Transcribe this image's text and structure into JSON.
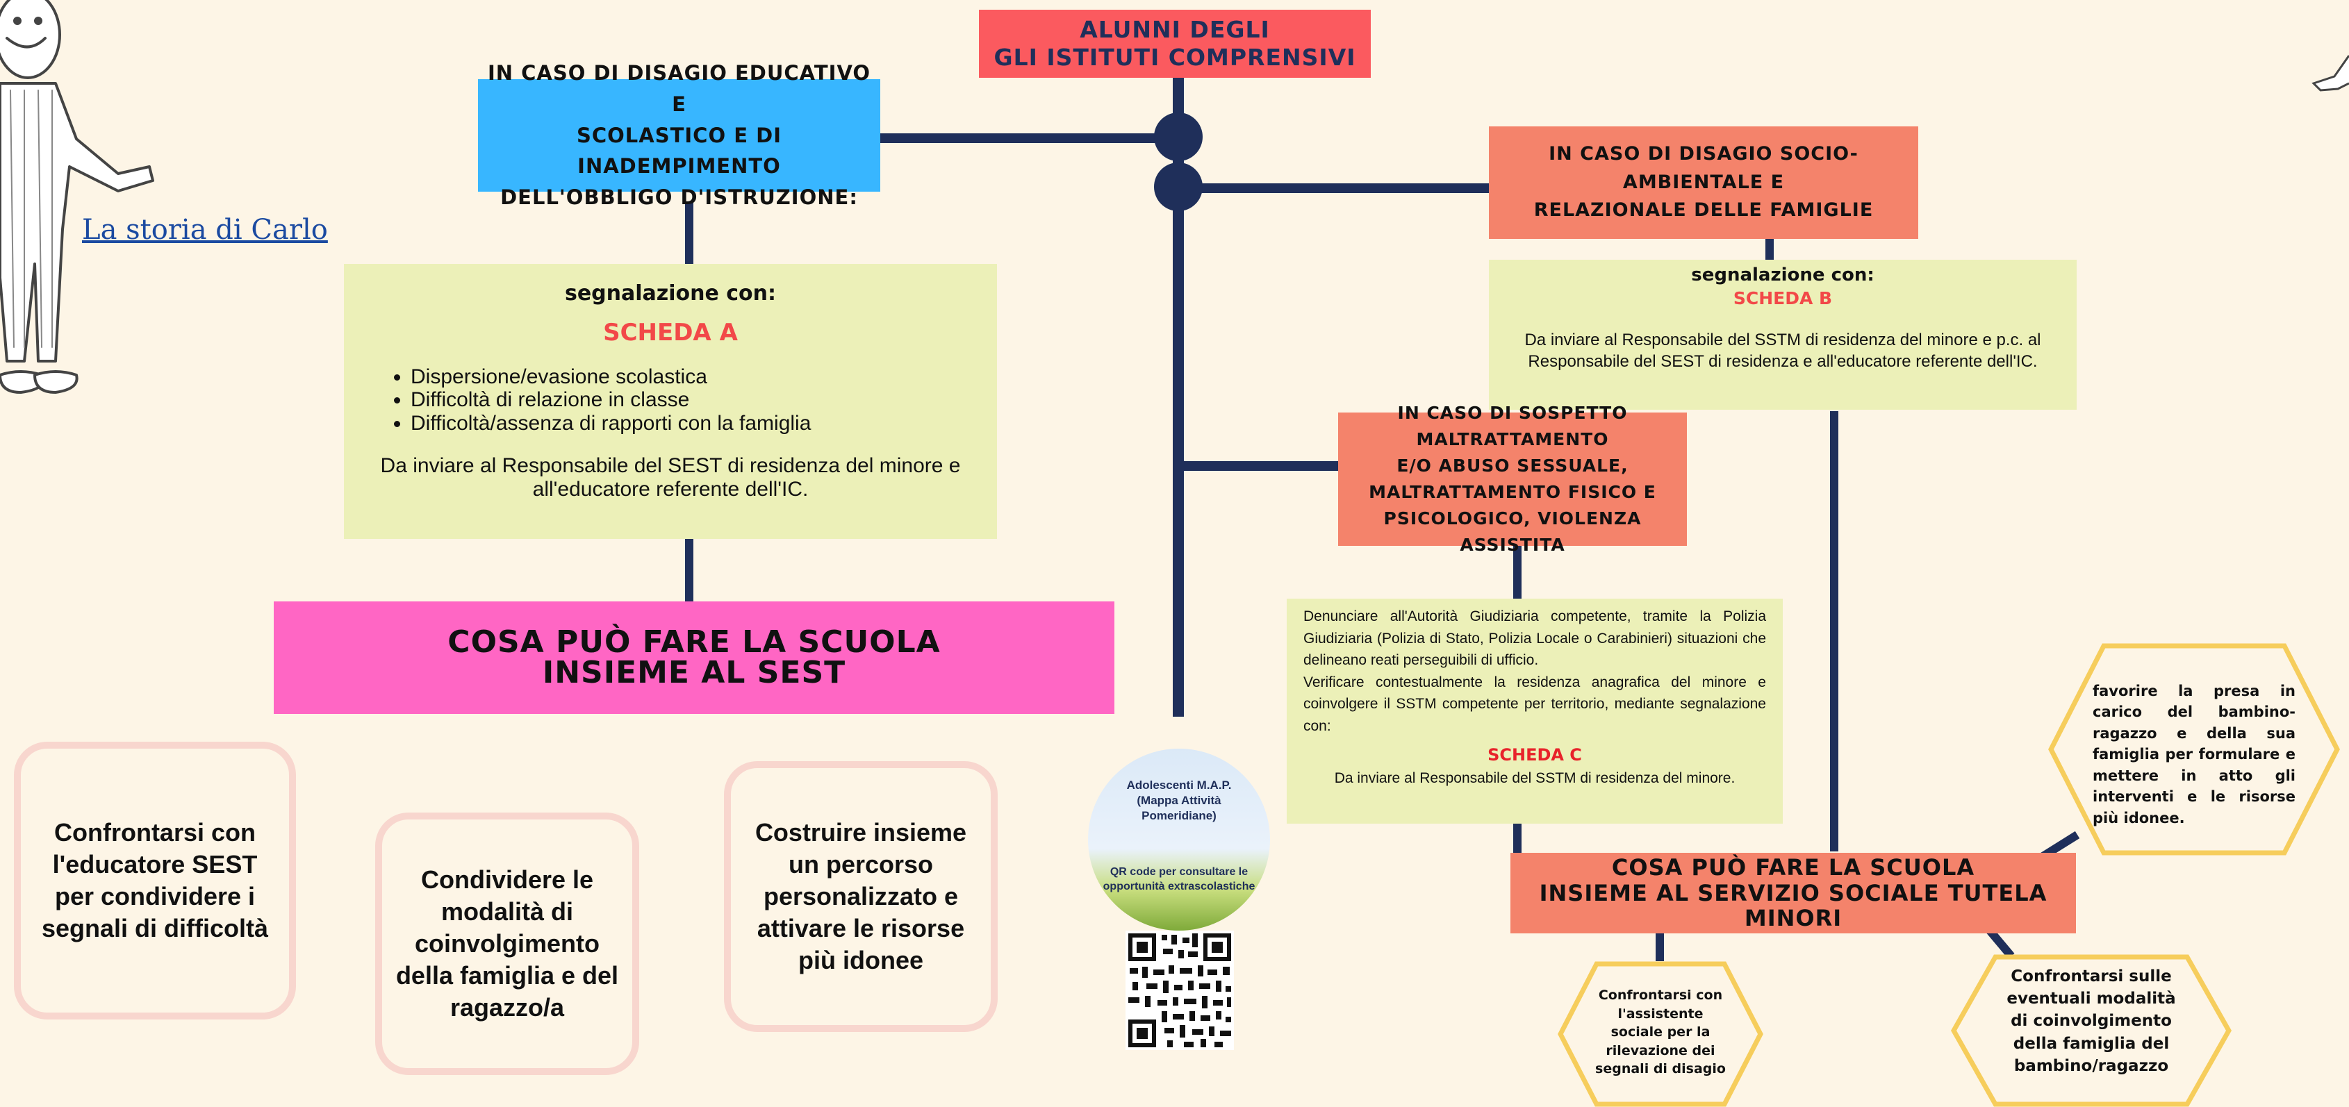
{
  "top_title": [
    "ALUNNI DEGLI",
    "GLI ISTITUTI COMPRENSIVI"
  ],
  "story_link": "La storia di Carlo",
  "branch_a": {
    "title": [
      "IN CASO DI DISAGIO EDUCATIVO E",
      "SCOLASTICO E DI INADEMPIMENTO",
      "DELL'OBBLIGO D'ISTRUZIONE:"
    ],
    "report_label": "segnalazione con:",
    "form": "SCHEDA A",
    "items": [
      "Dispersione/evasione scolastica",
      "Difficoltà di relazione in classe",
      "Difficoltà/assenza di rapporti con la famiglia"
    ],
    "note": "Da inviare al Responsabile del SEST di residenza del minore e all'educatore referente dell'IC."
  },
  "school_sest": {
    "title": [
      "COSA PUÒ FARE LA SCUOLA",
      "INSIEME AL SEST"
    ],
    "actions": [
      "Confrontarsi con l'educatore SEST per condividere i segnali di difficoltà",
      "Condividere le modalità di coinvolgimento della famiglia e del ragazzo/a",
      "Costruire insieme un percorso personalizzato e attivare le risorse più idonee"
    ]
  },
  "branch_b": {
    "title": [
      "IN CASO DI DISAGIO SOCIO-AMBIENTALE E",
      "RELAZIONALE DELLE FAMIGLIE"
    ],
    "report_label": "segnalazione con:",
    "form": "SCHEDA B",
    "note": "Da inviare al Responsabile del SSTM di residenza del minore e p.c. al Responsabile del SEST di residenza e all'educatore referente dell'IC."
  },
  "branch_c": {
    "title": [
      "IN CASO DI SOSPETTO MALTRATTAMENTO",
      "E/O ABUSO SESSUALE,",
      "MALTRATTAMENTO FISICO E",
      "PSICOLOGICO, VIOLENZA ASSISTITA"
    ],
    "para1": "Denunciare all'Autorità Giudiziaria competente, tramite la Polizia Giudiziaria (Polizia di Stato, Polizia Locale o Carabinieri) situazioni che delineano reati perseguibili di ufficio.",
    "para2": "Verificare contestualmente la residenza anagrafica del minore e coinvolgere il SSTM competente per territorio, mediante segnalazione con:",
    "form": "SCHEDA C",
    "note": "Da inviare al Responsabile del SSTM di residenza del minore."
  },
  "map_card": {
    "title": "Adolescenti M.A.P. (Mappa Attività Pomeridiane)",
    "qr_text": "QR code per consultare le opportunità extrascolastiche"
  },
  "school_sstm": {
    "title": [
      "COSA PUÒ FARE LA SCUOLA",
      "INSIEME AL SERVIZIO SOCIALE TUTELA MINORI"
    ],
    "hex_top": "favorire la presa in carico del bambino-ragazzo e della sua famiglia per formulare e mettere in atto gli interventi e le risorse più idonee.",
    "hex_left": "Confrontarsi con l'assistente sociale per la rilevazione dei segnali di disagio",
    "hex_right": "Confrontarsi sulle eventuali modalità di coinvolgimento della famiglia del bambino/ragazzo"
  },
  "colors": {
    "navy": "#1f2f5a",
    "top_red": "#fb5a5f",
    "blue": "#38b6ff",
    "salmon": "#f4836b",
    "green_box": "#ecf0b8",
    "pink": "#ff66c4",
    "scheda_red": "#f24848",
    "hex_yellow": "#f6cd5c",
    "rounded_border": "#f8d6ce",
    "background": "#fdf5e6"
  }
}
